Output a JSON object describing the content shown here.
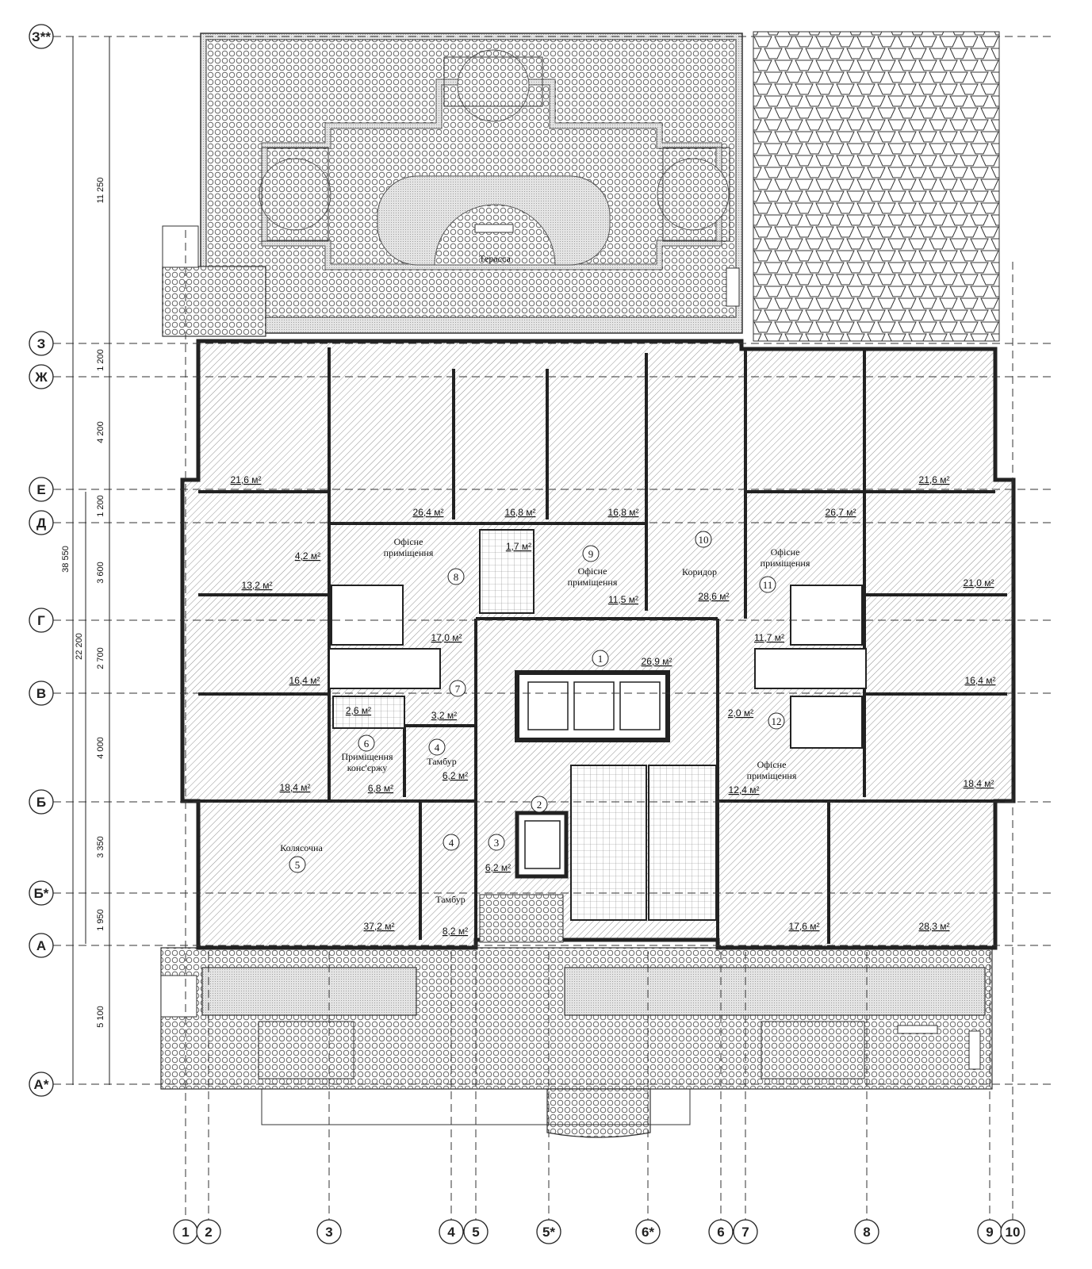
{
  "axes": {
    "horizontal": [
      "З**",
      "З",
      "Ж",
      "Е",
      "Д",
      "Г",
      "В",
      "Б",
      "Б*",
      "А",
      "А*"
    ],
    "vertical": [
      "1",
      "2",
      "3",
      "4",
      "5",
      "5*",
      "6*",
      "6",
      "7",
      "8",
      "9",
      "10"
    ]
  },
  "dimensions": {
    "outer_left": "38 550",
    "middle_left": "22 200",
    "chain": [
      "11 250",
      "1 200",
      "4 200",
      "1 200",
      "3 600",
      "2 700",
      "4 000",
      "3 350",
      "1 950",
      "5 100"
    ]
  },
  "labels": {
    "terrace": "Терасса"
  },
  "areas": [
    "21,6 м²",
    "26,4 м²",
    "16,8 м²",
    "16,8 м²",
    "26,7 м²",
    "21,6 м²",
    "4,2 м²",
    "13,2 м²",
    "1,7 м²",
    "11,5 м²",
    "28,6 м²",
    "21,0 м²",
    "17,0 м²",
    "26,9 м²",
    "11,7 м²",
    "16,4 м²",
    "16,4 м²",
    "2,6 м²",
    "3,2 м²",
    "2,0 м²",
    "6,8 м²",
    "6,2 м²",
    "18,4 м²",
    "12,4 м²",
    "18,4 м²",
    "6,2 м²",
    "37,2 м²",
    "8,2 м²",
    "17,6 м²",
    "28,3 м²"
  ],
  "rooms": [
    {
      "num": "1",
      "name": ""
    },
    {
      "num": "2",
      "name": ""
    },
    {
      "num": "3",
      "name": ""
    },
    {
      "num": "4",
      "name": "Тамбур"
    },
    {
      "num": "4",
      "name": ""
    },
    {
      "num": "",
      "name": "Тамбур"
    },
    {
      "num": "5",
      "name": "Колясочна"
    },
    {
      "num": "6",
      "name": "Приміщення конс'єржу"
    },
    {
      "num": "7",
      "name": ""
    },
    {
      "num": "8",
      "name": "Офісне приміщення"
    },
    {
      "num": "9",
      "name": "Офісне приміщення"
    },
    {
      "num": "10",
      "name": "Коридор"
    },
    {
      "num": "11",
      "name": "Офісне приміщення"
    },
    {
      "num": "12",
      "name": "Офісне приміщення"
    }
  ]
}
